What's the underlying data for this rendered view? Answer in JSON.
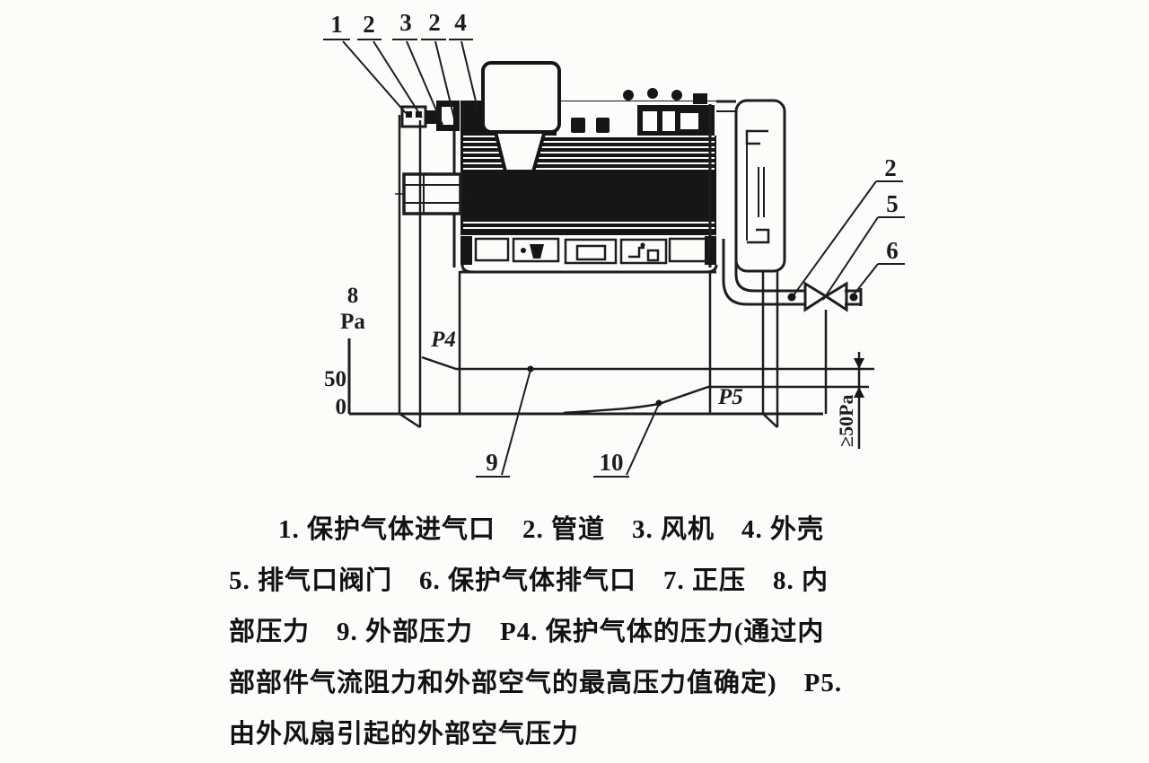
{
  "figure": {
    "callouts": {
      "top": [
        "1",
        "2",
        "3",
        "2",
        "4"
      ],
      "right": [
        "2",
        "5",
        "6"
      ],
      "bottom": [
        "9",
        "10"
      ]
    },
    "graph": {
      "axis_number": "8",
      "unit": "Pa",
      "tick50": "50",
      "tick0": "0",
      "p4": "P4",
      "p5": "P5",
      "dimension": "≥50Pa"
    },
    "caption": {
      "lines": [
        "1. 保护气体进气口　2. 管道　3. 风机　4. 外壳",
        "5. 排气口阀门　6. 保护气体排气口　7. 正压　8. 内",
        "部压力　9. 外部压力　P4. 保护气体的压力(通过内",
        "部部件气流阻力和外部空气的最高压力值确定)　P5.",
        "由外风扇引起的外部空气压力"
      ]
    },
    "colors": {
      "ink": "#1d1d1d",
      "fill": "#161616",
      "paper": "#fcfcfb"
    }
  }
}
